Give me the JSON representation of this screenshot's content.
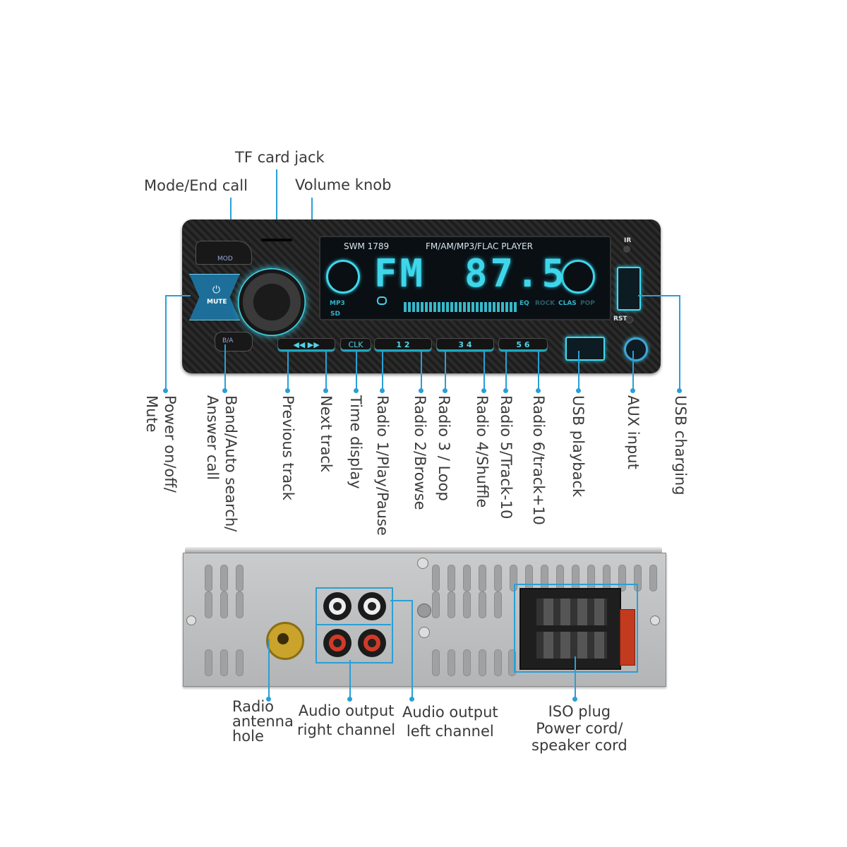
{
  "device": {
    "model": "SWM 1789",
    "player_label": "FM/AM/MP3/FLAC  PLAYER",
    "display_band": "FM",
    "display_freq": "87.5",
    "display_small": {
      "mp3": "MP3",
      "eq": "EQ",
      "rock": "ROCK",
      "clas": "CLAS",
      "pop": "POP",
      "sd": "SD"
    },
    "ir_label": "IR",
    "rst_label": "RST",
    "buttons": {
      "mode": "MOD",
      "mute": "MUTE",
      "band": "B/A",
      "prev_next": "◀◀ ▶▶",
      "clk": "CLK",
      "radio_12": "1  2",
      "radio_34": "3  4",
      "radio_56": "5  6"
    }
  },
  "labels_top": {
    "tf_card": "TF card jack",
    "mode_end_call": "Mode/End call",
    "volume_knob": "Volume knob"
  },
  "labels_vertical": [
    {
      "id": "power",
      "text": "Power on/off/\nMute"
    },
    {
      "id": "band",
      "text": "Band/Auto search/\nAnswer call"
    },
    {
      "id": "prev",
      "text": "Previous track"
    },
    {
      "id": "next",
      "text": "Next track"
    },
    {
      "id": "time",
      "text": "Time display"
    },
    {
      "id": "r1",
      "text": "Radio 1/Play/Pause"
    },
    {
      "id": "r2",
      "text": "Radio 2/Browse"
    },
    {
      "id": "r3",
      "text": "Radio 3 / Loop"
    },
    {
      "id": "r4",
      "text": "Radio 4/Shuffle"
    },
    {
      "id": "r5",
      "text": "Radio 5/Track-10"
    },
    {
      "id": "r6",
      "text": "Radio 6/track+10"
    },
    {
      "id": "usbplay",
      "text": "USB playback"
    },
    {
      "id": "aux",
      "text": "AUX input"
    },
    {
      "id": "usbcharge",
      "text": "USB charging"
    }
  ],
  "labels_bottom": {
    "antenna": "Radio\nantenna\nhole",
    "audio_right": "Audio output\nright channel",
    "audio_left": "Audio output\nleft channel",
    "iso": "ISO plug\nPower cord/\nspeaker cord"
  },
  "colors": {
    "accent": "#2a9fd6",
    "glow": "#3fd6ea"
  }
}
